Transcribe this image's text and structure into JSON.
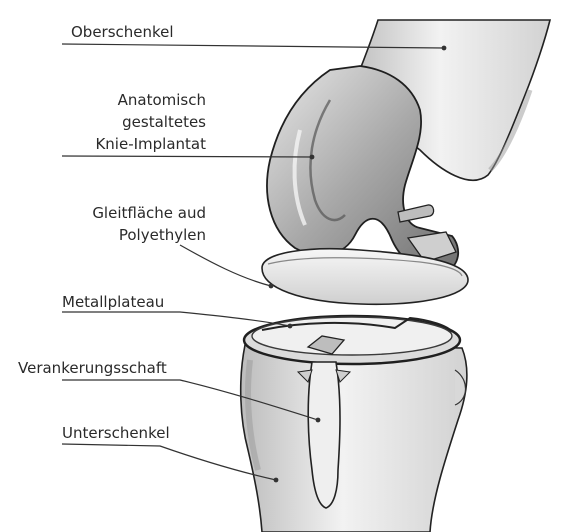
{
  "labels": {
    "oberschenkel": "Oberschenkel",
    "implantat": [
      "Anatomisch",
      "gestaltetes",
      "Knie-Implantat"
    ],
    "gleitflaeche": [
      "Gleitfläche aud",
      "Polyethylen"
    ],
    "metallplateau": "Metallplateau",
    "verankerungsschaft": "Verankerungsschaft",
    "unterschenkel": "Unterschenkel"
  },
  "colors": {
    "ink": "#2a2a2a",
    "bone_shade": "#c9c9c9",
    "implant_shade": "#9a9a9a",
    "leader": "#333333"
  }
}
